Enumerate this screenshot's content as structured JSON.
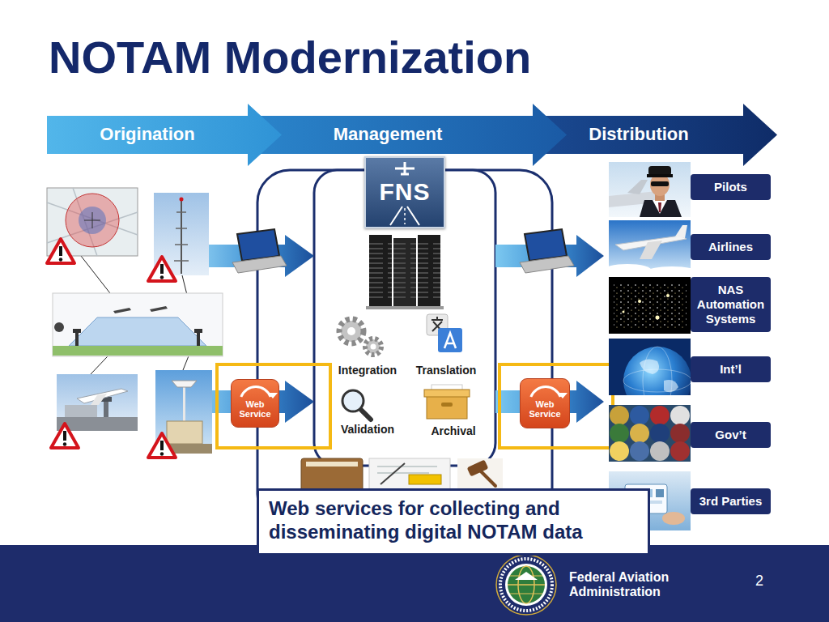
{
  "diagram": {
    "title": "NOTAM Modernization",
    "nodes": [
      {
        "text": [
          "Origination"
        ]
      },
      {
        "text": [
          "Management"
        ]
      },
      {
        "text": [
          "Distribution"
        ]
      },
      {
        "text": [
          "FNS"
        ]
      },
      {
        "text": [
          "Web Service"
        ]
      },
      {
        "text": [
          "Web Service"
        ]
      },
      {
        "text": [
          "Pilots"
        ]
      },
      {
        "text": [
          "Airlines"
        ]
      },
      {
        "text": [
          "NAS Automation Systems"
        ]
      },
      {
        "text": [
          "Int’l"
        ]
      },
      {
        "text": [
          "Gov’t"
        ]
      },
      {
        "text": [
          "3rd Parties"
        ]
      },
      {
        "text": [
          "Web services for collecting and disseminating digital NOTAM data"
        ]
      }
    ],
    "labels": [
      "Integration",
      "Translation",
      "Validation",
      "Archival",
      "Federal Aviation Administration",
      "2"
    ]
  }
}
